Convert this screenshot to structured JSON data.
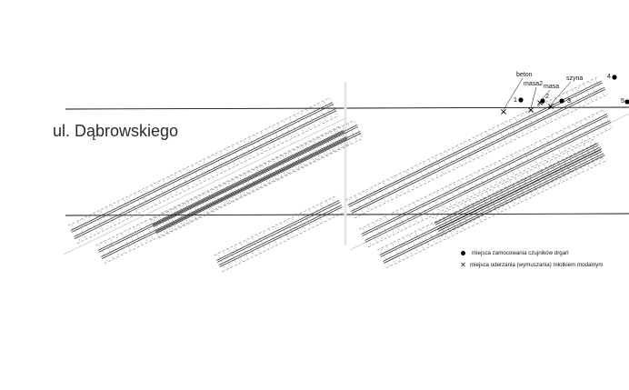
{
  "street_name": "ul. Dąbrowskiego",
  "callouts": {
    "beton": "beton",
    "masa2": "masa2",
    "masa": "masa",
    "szyna": "szyna"
  },
  "point_numbers": [
    "1",
    "2",
    "3",
    "4",
    "5"
  ],
  "legend": {
    "sensor_label": "miejsca zamocowania czujników drgań",
    "impact_label": "miejsca uderzania (wymuszania) młotkiem modalnym"
  },
  "colors": {
    "background": "#ffffff",
    "ink": "#000000"
  }
}
